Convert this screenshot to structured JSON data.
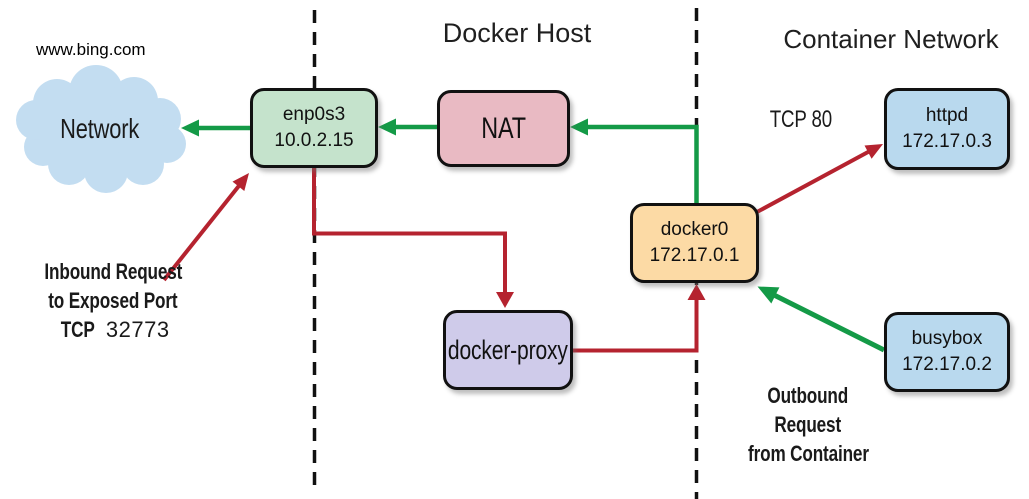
{
  "colors": {
    "green": "#149a47",
    "red": "#b5232f",
    "box_border": "#111111",
    "dashed_line": "#111111",
    "cloud_fill": "#c3ddf1",
    "enp0s3_fill": "#c5e3cc",
    "nat_fill": "#e9bac3",
    "docker0_fill": "#fcdaa5",
    "container_fill": "#b9d9ee",
    "proxy_fill": "#cfcbea"
  },
  "external": {
    "url_label": "www.bing.com",
    "cloud_label": "Network"
  },
  "zones": {
    "docker_host_title": "Docker Host",
    "container_network_title": "Container Network"
  },
  "nodes": {
    "enp0s3": {
      "label": "enp0s3",
      "ip": "10.0.2.15"
    },
    "nat": {
      "label": "NAT"
    },
    "docker0": {
      "label": "docker0",
      "ip": "172.17.0.1"
    },
    "httpd": {
      "label": "httpd",
      "ip": "172.17.0.3"
    },
    "busybox": {
      "label": "busybox",
      "ip": "172.17.0.2"
    },
    "proxy": {
      "label": "docker-proxy"
    }
  },
  "annotations": {
    "tcp80": "TCP 80",
    "inbound": {
      "line1": "Inbound Request",
      "line2": "to Exposed Port",
      "line3_prefix": "TCP",
      "line3_port": "32773"
    },
    "outbound": {
      "line1": "Outbound",
      "line2": "Request",
      "line3": "from Container"
    }
  },
  "flows": {
    "green_path": "busybox → docker0 → NAT → enp0s3 → Network",
    "red_path": "inbound → enp0s3 → docker-proxy → docker0 → httpd"
  }
}
